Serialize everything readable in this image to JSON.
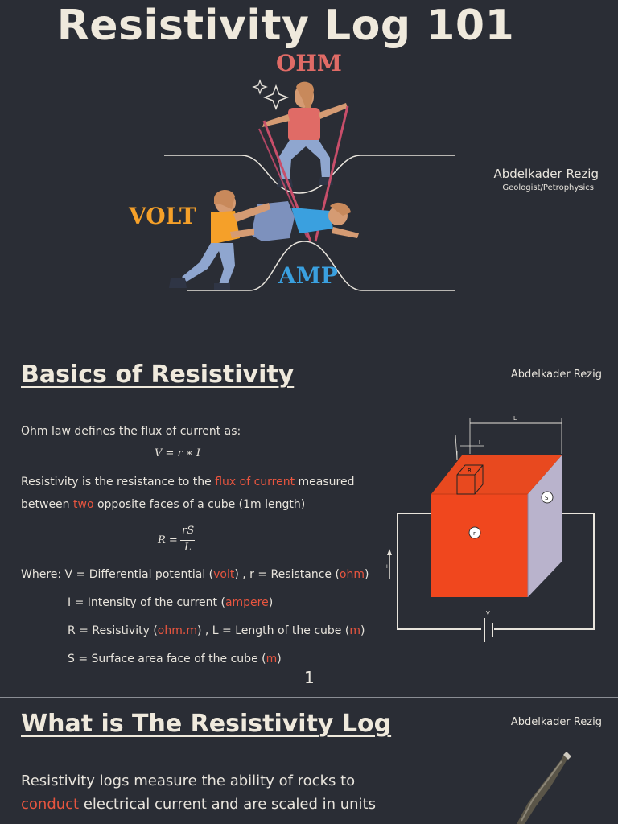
{
  "slide1": {
    "title": "Resistivity Log 101",
    "ohm": "OHM",
    "volt": "VOLT",
    "amp": "AMP",
    "author": "Abdelkader Rezig",
    "role": "Geologist/Petrophysics"
  },
  "slide2": {
    "heading": "Basics of Resistivity",
    "author": "Abdelkader Rezig",
    "line1": "Ohm law defines the flux of current as:",
    "formula1": "V = r ∗ I",
    "line2_a": "Resistivity is the resistance to the ",
    "line2_red": "flux of current",
    "line2_b": " measured",
    "line3_a": "between ",
    "line3_red": "two",
    "line3_b": " opposite faces of a cube (1m length)",
    "formula2_lhs": "R =",
    "formula2_num": "rS",
    "formula2_den": "L",
    "where_a": "Where: V = Differential potential (",
    "where_red1": "volt",
    "where_b": ") , r = Resistance (",
    "where_red2": "ohm",
    "where_c": ")",
    "i_a": "I = Intensity of the current (",
    "i_red": "ampere",
    "i_b": ")",
    "r_a": "R = Resistivity (",
    "r_red1": "ohm.m",
    "r_b": ") , L = Length of the cube (",
    "r_red2": "m",
    "r_c": ")",
    "s_a": "S = Surface area face of the cube (",
    "s_red": "m",
    "s_b": ")",
    "page": "1",
    "diagram": {
      "label_L": "L",
      "label_l": "l",
      "label_R": "R",
      "label_r": "r",
      "label_S": "S",
      "label_I": "I",
      "label_V": "V"
    }
  },
  "slide3": {
    "heading": "What is The Resistivity Log",
    "author": "Abdelkader Rezig",
    "p1": "Resistivity logs measure the ability of rocks to",
    "p2_red": "conduct",
    "p2_b": " electrical current and are scaled in units"
  },
  "colors": {
    "background": "#2a2d35",
    "title": "#efe9dc",
    "ohm": "#e06b66",
    "volt": "#f5a029",
    "amp": "#3aa0df",
    "highlight": "#e8553f",
    "cube_front": "#f0471e",
    "cube_side": "#b9b3cc"
  }
}
